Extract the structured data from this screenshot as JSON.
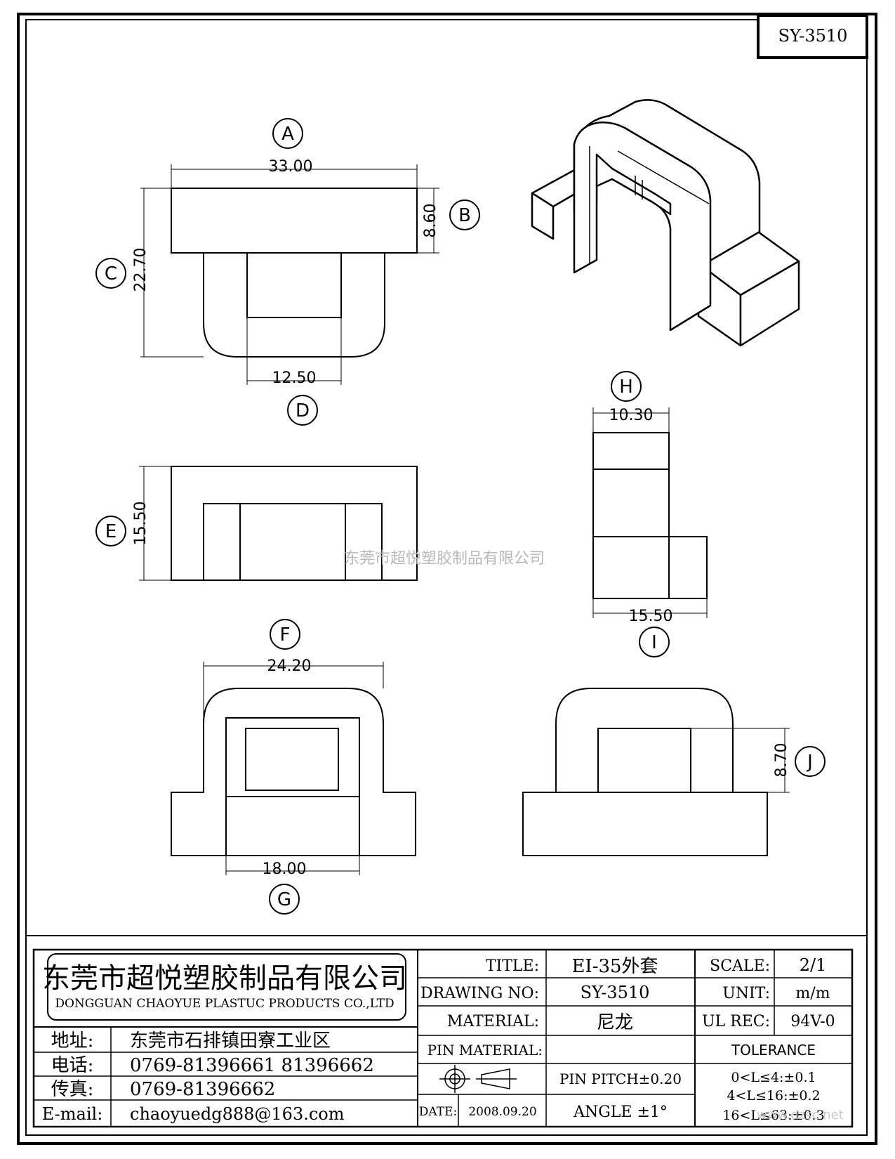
{
  "drawing_number_box": "SY-3510",
  "dimensions": {
    "A": "33.00",
    "B": "8.60",
    "C": "22.70",
    "D": "12.50",
    "E": "15.50",
    "F": "24.20",
    "G": "18.00",
    "H": "10.30",
    "I": "15.50",
    "J": "8.70"
  },
  "balloons": {
    "A": "A",
    "B": "B",
    "C": "C",
    "D": "D",
    "E": "E",
    "F": "F",
    "G": "G",
    "H": "H",
    "I": "I",
    "J": "J"
  },
  "watermark": "东莞市超悦塑胶制品有限公司",
  "company": {
    "name_cn": "东莞市超悦塑胶制品有限公司",
    "name_en": "DONGGUAN CHAOYUE PLASTUC PRODUCTS CO.,LTD",
    "address_label": "地址:",
    "address": "东莞市石排镇田寮工业区",
    "phone_label": "电话:",
    "phone": "0769-81396661   81396662",
    "fax_label": "传真:",
    "fax": "0769-81396662",
    "email_label": "E-mail:",
    "email": "chaoyuedg888@163.com"
  },
  "title_block": {
    "title_label": "TITLE:",
    "title": "EI-35外套",
    "drawing_no_label": "DRAWING NO:",
    "drawing_no": "SY-3510",
    "material_label": "MATERIAL:",
    "material": "尼龙",
    "pin_material_label": "PIN MATERIAL:",
    "pin_material": "",
    "date_label": "DATE:",
    "date": "2008.09.20",
    "pin_pitch": "PIN PITCH±0.20",
    "angle": "ANGLE  ±1°",
    "scale_label": "SCALE:",
    "scale": "2/1",
    "unit_label": "UNIT:",
    "unit": "m/m",
    "ul_rec_label": "UL REC:",
    "ul_rec": "94V-0",
    "tolerance_label": "TOLERANCE",
    "tolerances": [
      "0<L≤4:±0.1",
      "4<L≤16:±0.2",
      "16<L≤63:±0.3"
    ]
  },
  "site_watermark": "www.dzsc.net"
}
